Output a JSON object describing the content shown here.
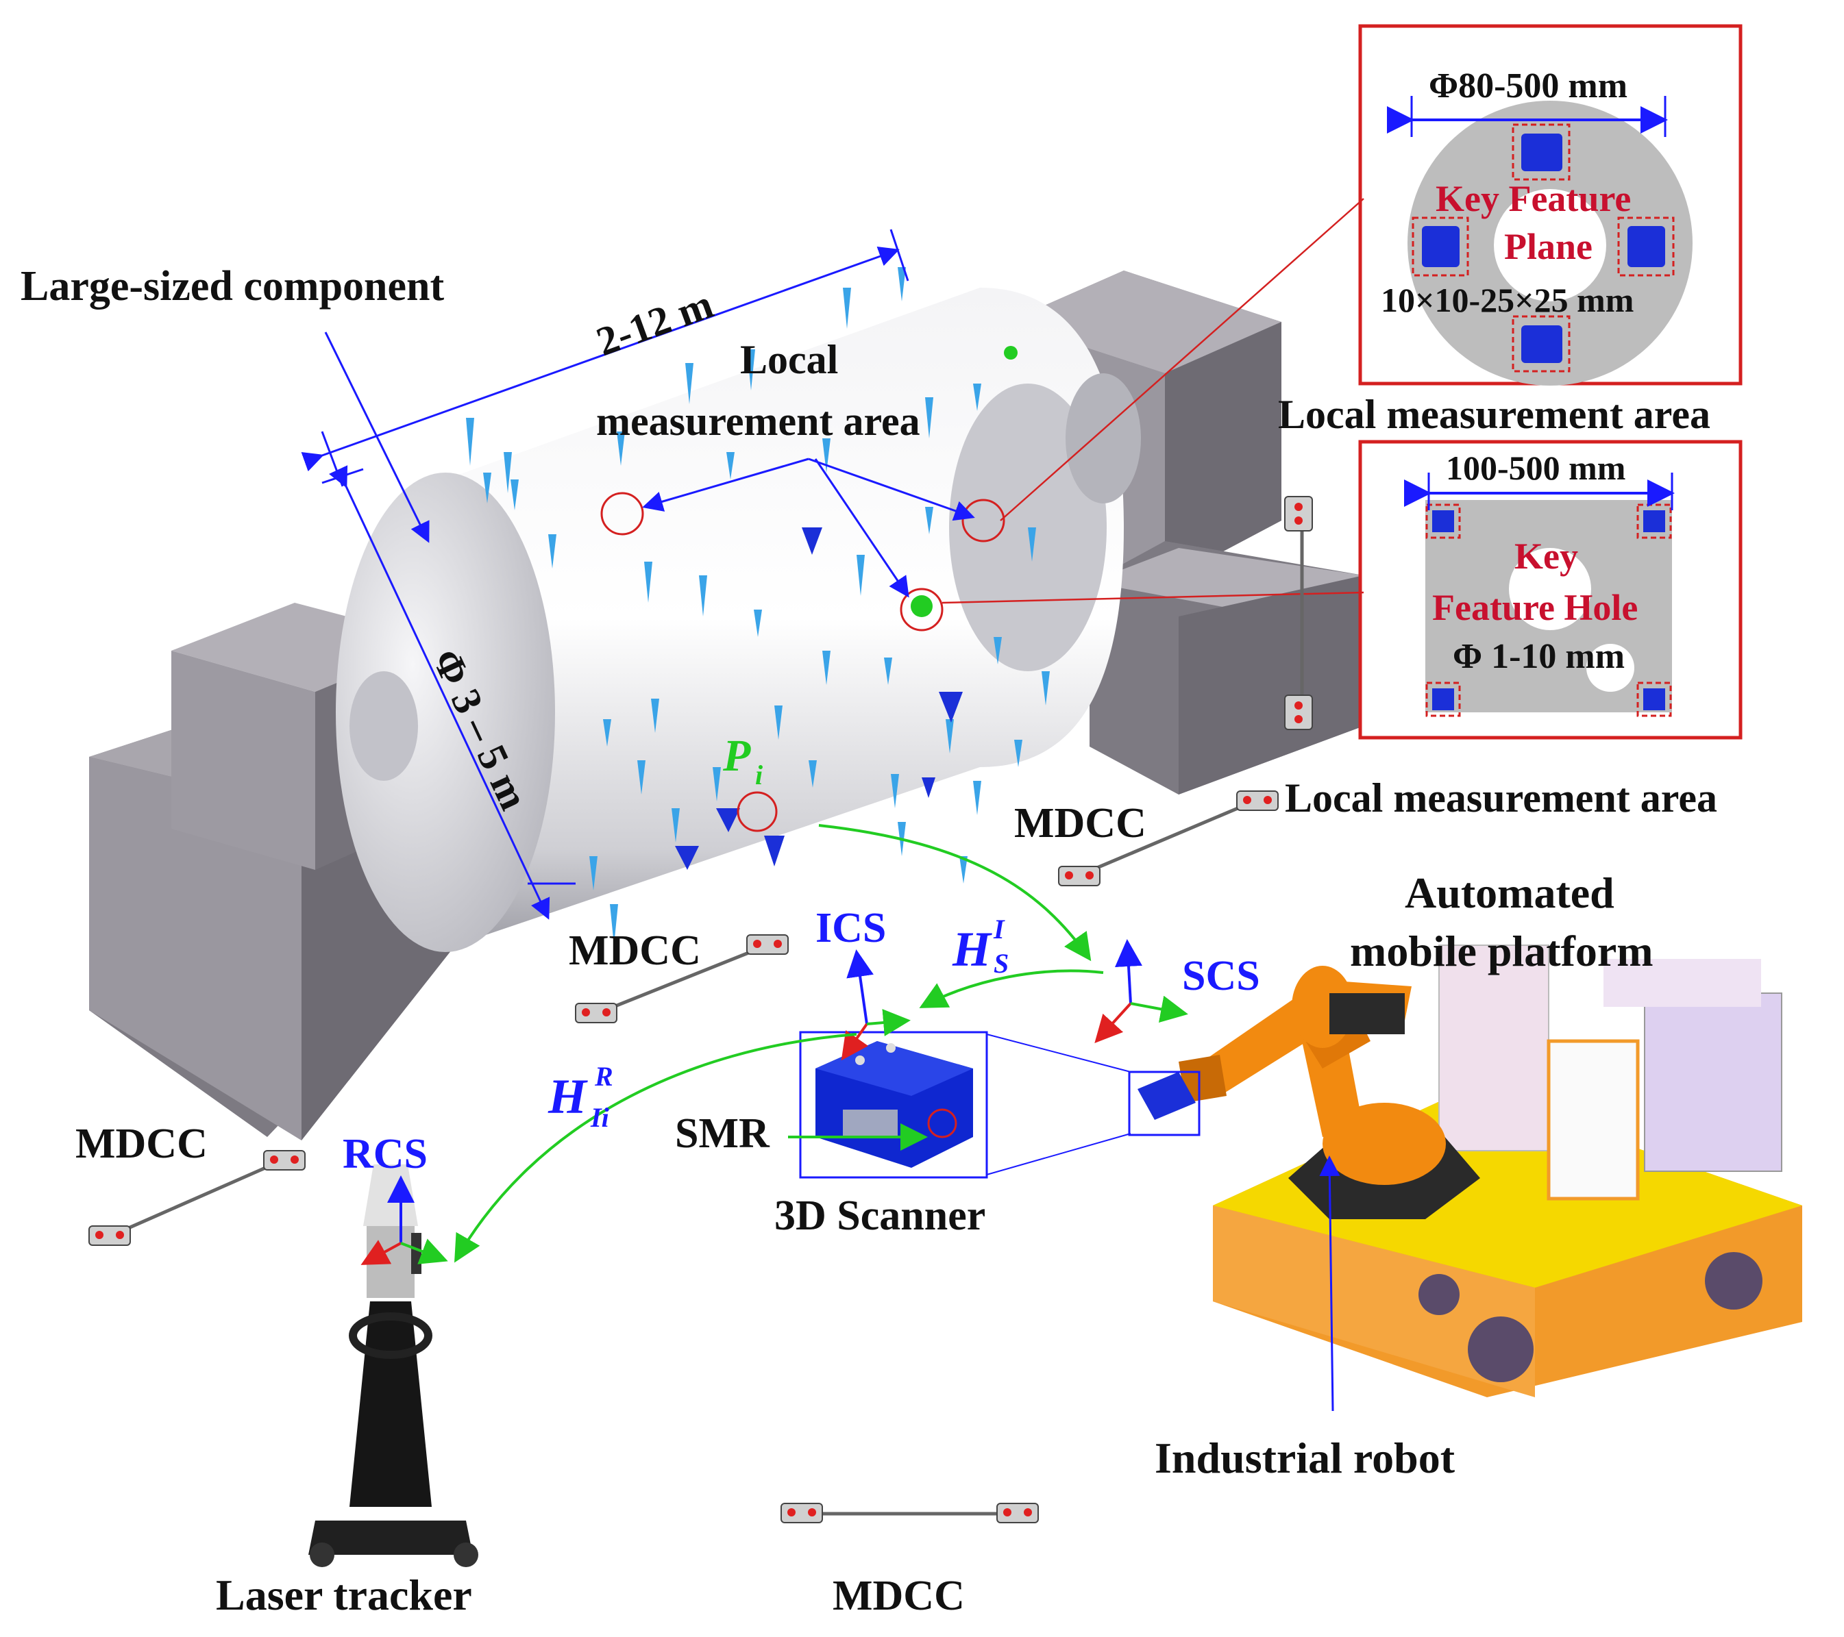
{
  "labels": {
    "large_component": "Large-sized component",
    "length_dim": "2-12 m",
    "diameter_dim": "Φ 3 – 5 m",
    "local_area_top": [
      "Local",
      "measurement area"
    ],
    "inset1_dim": "Φ80-500 mm",
    "inset1_title": [
      "Key Feature",
      "Plane"
    ],
    "inset1_size": "10×10-25×25 mm",
    "inset1_caption": "Local measurement area",
    "inset2_dim": "100-500 mm",
    "inset2_title": [
      "Key",
      "Feature Hole"
    ],
    "inset2_size": "Φ 1-10 mm",
    "inset2_caption": "Local measurement area",
    "point": "P",
    "point_sub": "i",
    "mdcc": "MDCC",
    "ics": "ICS",
    "scs": "SCS",
    "rcs": "RCS",
    "h_s_main": "H",
    "h_s_sup": "I",
    "h_s_sub": "S",
    "h_r_main": "H",
    "h_r_sup": "R",
    "h_r_sub": "Ii",
    "smr": "SMR",
    "scanner": "3D Scanner",
    "platform": [
      "Automated",
      "mobile platform"
    ],
    "robot": "Industrial robot",
    "tracker": "Laser tracker"
  },
  "colors": {
    "red": "#c8102e",
    "blue": "#1a1aff",
    "green": "#22cc22",
    "block": "#8f8c93",
    "robot": "#f28a10",
    "platform_yellow": "#f5d800"
  }
}
